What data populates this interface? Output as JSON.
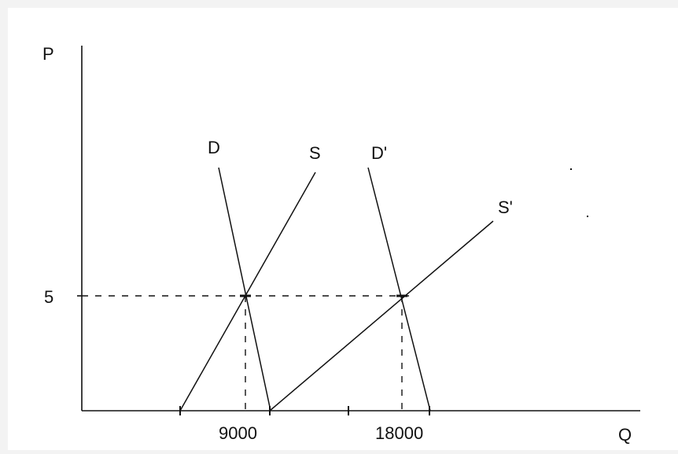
{
  "diagram": {
    "axis_labels": {
      "y": "P",
      "x": "Q"
    },
    "tick_labels": {
      "price_5": "5",
      "q_9000": "9000",
      "q_18000": "18000"
    },
    "curves": {
      "demand": {
        "label": "D"
      },
      "supply": {
        "label": "S"
      },
      "demand_shifted": {
        "label": "D'"
      },
      "supply_shifted": {
        "label": "S'"
      }
    },
    "equilibria": [
      {
        "price": 5,
        "quantity": 9000
      },
      {
        "price": 5,
        "quantity": 18000
      }
    ],
    "colors": {
      "background": "#f3f3f3",
      "plot_area": "#ffffff",
      "ink": "#111111"
    }
  }
}
